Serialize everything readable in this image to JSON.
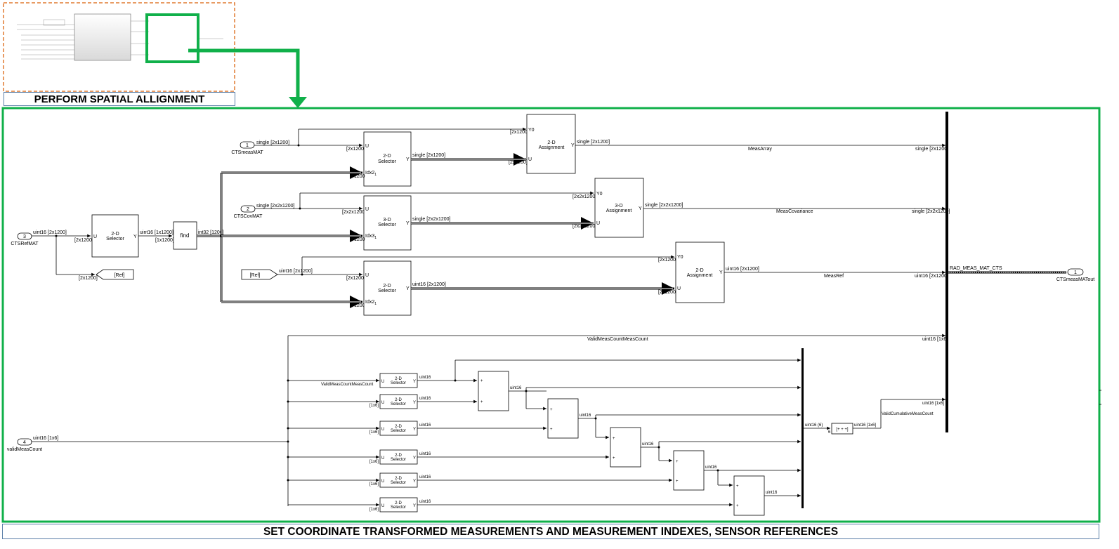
{
  "captions": {
    "top": "PERFORM SPATIAL ALLIGNMENT",
    "bottom": "SET COORDINATE TRANSFORMED MEASUREMENTS AND MEASUREMENT INDEXES, SENSOR REFERENCES"
  },
  "colors": {
    "highlight": "#10b04a",
    "overview_border": "#e07a30",
    "caption_border": "#5b7fa8"
  },
  "ports": {
    "in1": {
      "num": "1",
      "name": "CTSmeasMAT"
    },
    "in2": {
      "num": "2",
      "name": "CTSCovMAT"
    },
    "in3": {
      "num": "3",
      "name": "CTSRefMAT"
    },
    "in4": {
      "num": "4",
      "name": "validMeasCount"
    },
    "out1": {
      "num": "1",
      "name": "CTSmeasMATout"
    }
  },
  "blocks": {
    "selector2d": "2-D\nSelector",
    "selector3d": "3-D\nSelector",
    "assign2d": "2-D\nAssignment",
    "assign3d": "3-D\nAssignment",
    "find": "find",
    "goto_ref": "[Ref]",
    "from_ref": "[Ref]",
    "port_U": "U",
    "port_Y": "Y",
    "port_Y0": "Y0",
    "idx2": "Idx2",
    "idx3": "Idx3",
    "idx_sub": "1"
  },
  "signals": {
    "s_2x1200": "single [2x1200]",
    "s_2x2x1200": "single [2x2x1200]",
    "u16_2x1200": "uint16 [2x1200]",
    "u16_1x1200": "uint16 [1x1200]",
    "i32_1200": "int32 [1200]",
    "u16_1x6": "uint16 [1x6]",
    "u16": "uint16",
    "u16_6": "uint16 (6)",
    "d_2x1200": "[2x1200]",
    "d_2x2x1200": "[2x2x1200]",
    "d_1x1200": "[1x1200]",
    "d_1x6": "[1x6]",
    "d_1200": "1200",
    "d_6": "6"
  },
  "bus_labels": {
    "meas_array": "MeasArray",
    "meas_cov": "MeasCovariance",
    "meas_ref": "MeasRef",
    "valid_count": "ValidMeasCountMeasCount",
    "valid_count_small": "ValidMeasCountMeasCount",
    "cumulative": "ValidCumulativeMeasCount",
    "bus_out": "RAD_MEAS_MAT_CTS"
  },
  "cumsum_icon": "[+ + +]"
}
